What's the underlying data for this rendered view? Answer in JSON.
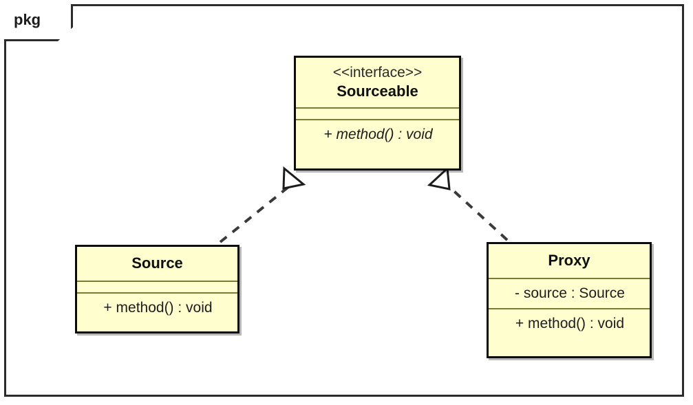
{
  "diagram": {
    "type": "uml-class-diagram",
    "package_label": "pkg",
    "background_color": "#ffffff",
    "frame_color": "#2b2b2b",
    "class_fill_color": "#fefece",
    "class_border_color": "#0b0b0b",
    "separator_color": "#7a7a33",
    "link_color": "#3a3a3a"
  },
  "classes": [
    {
      "id": "sourceable",
      "stereotype": "<<interface>>",
      "name": "Sourceable",
      "attributes": [],
      "methods": [
        {
          "text": "+ method() : void",
          "abstract": true
        }
      ]
    },
    {
      "id": "source",
      "stereotype": "",
      "name": "Source",
      "attributes": [],
      "methods": [
        {
          "text": "+ method() : void",
          "abstract": false
        }
      ]
    },
    {
      "id": "proxy",
      "stereotype": "",
      "name": "Proxy",
      "attributes": [
        {
          "text": "- source : Source"
        }
      ],
      "methods": [
        {
          "text": "+ method() : void",
          "abstract": false
        }
      ]
    }
  ],
  "relationships": [
    {
      "id": "source-realizes-sourceable",
      "kind": "realization",
      "from": "Source",
      "to": "Sourceable",
      "line_style": "dashed",
      "arrowhead": "hollow-triangle"
    },
    {
      "id": "proxy-realizes-sourceable",
      "kind": "realization",
      "from": "Proxy",
      "to": "Sourceable",
      "line_style": "dashed",
      "arrowhead": "hollow-triangle"
    }
  ]
}
